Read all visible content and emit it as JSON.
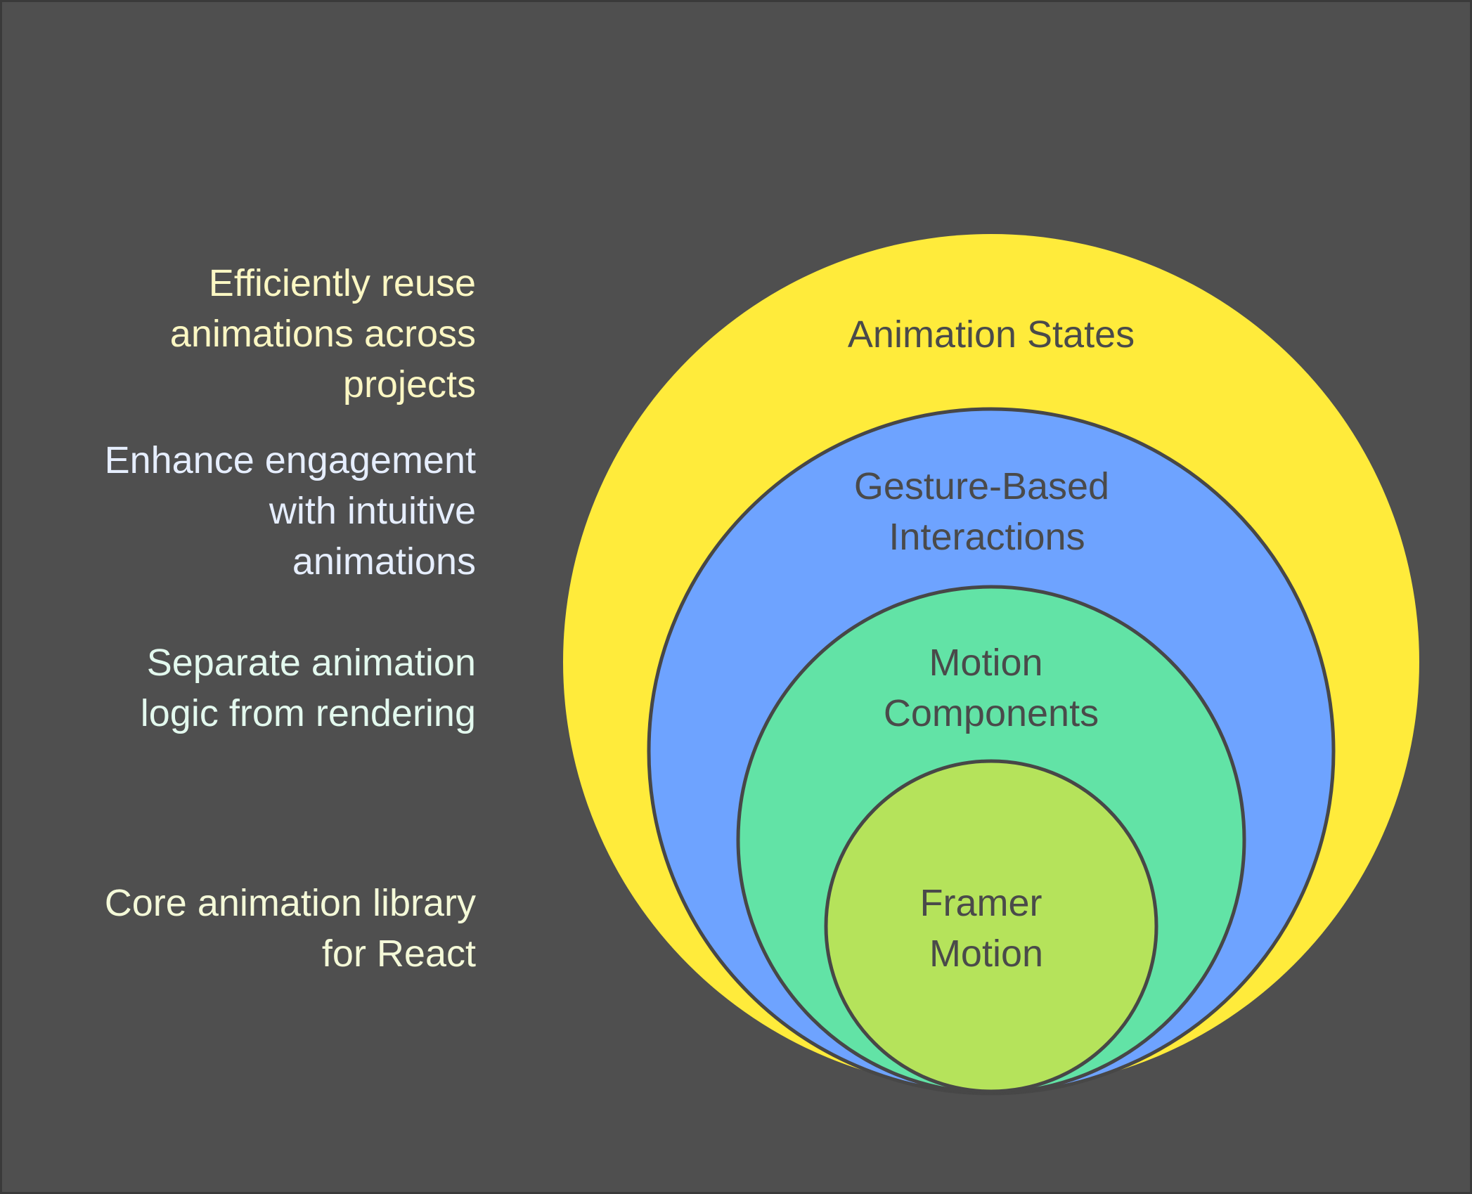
{
  "layers": [
    {
      "label_lines": [
        "Animation States"
      ],
      "description": "Efficiently reuse\nanimations across\nprojects",
      "fill": "#ffeb3b",
      "description_color": "#fbf7c3"
    },
    {
      "label_lines": [
        "Gesture-Based",
        "Interactions"
      ],
      "description": "Enhance engagement\nwith intuitive\nanimations",
      "fill": "#6ea3ff",
      "description_color": "#e6eeff"
    },
    {
      "label_lines": [
        "Motion",
        "Components"
      ],
      "description": "Separate animation\nlogic from rendering",
      "fill": "#62e3a6",
      "description_color": "#e3f9ee"
    },
    {
      "label_lines": [
        "Framer",
        "Motion"
      ],
      "description": "Core animation library\nfor React",
      "fill": "#b5e35b",
      "description_color": "#f4f9d8"
    }
  ],
  "colors": {
    "background": "#4f4f4f",
    "outline": "#474747",
    "label_text": "#4a4a4a"
  }
}
